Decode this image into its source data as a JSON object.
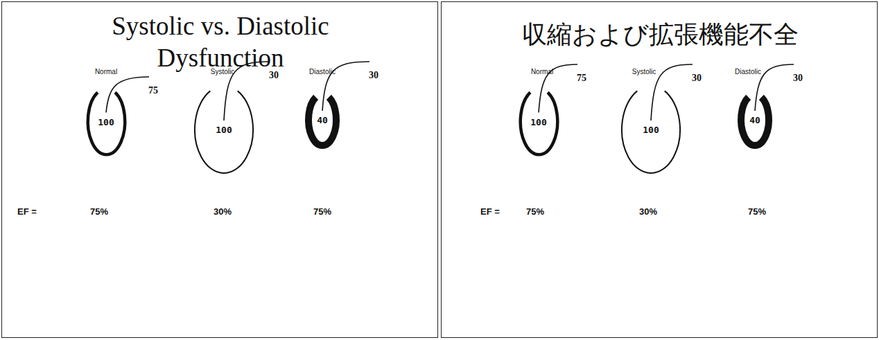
{
  "diagram": {
    "nodes": [
      {
        "text": [
          "Systolic vs. Diastolic Dysfunction"
        ]
      },
      {
        "text": [
          "100"
        ],
        "in": 0
      },
      {
        "text": [
          "100"
        ],
        "in": 0
      },
      {
        "text": [
          "40"
        ],
        "in": 0
      },
      {
        "text": [
          "収縮および拡張機能不全"
        ]
      },
      {
        "text": [
          "100"
        ],
        "in": 4
      },
      {
        "text": [
          "100"
        ],
        "in": 4
      },
      {
        "text": [
          "40"
        ],
        "in": 4
      }
    ],
    "labels": [
      "Normal",
      "Systolic",
      "Diastolic",
      "75",
      "30",
      "30",
      "EF =",
      "75%",
      "30%",
      "75%",
      "Normal",
      "Systolic",
      "Diastolic",
      "75",
      "30",
      "30",
      "EF =",
      "75%",
      "30%",
      "75%"
    ]
  }
}
